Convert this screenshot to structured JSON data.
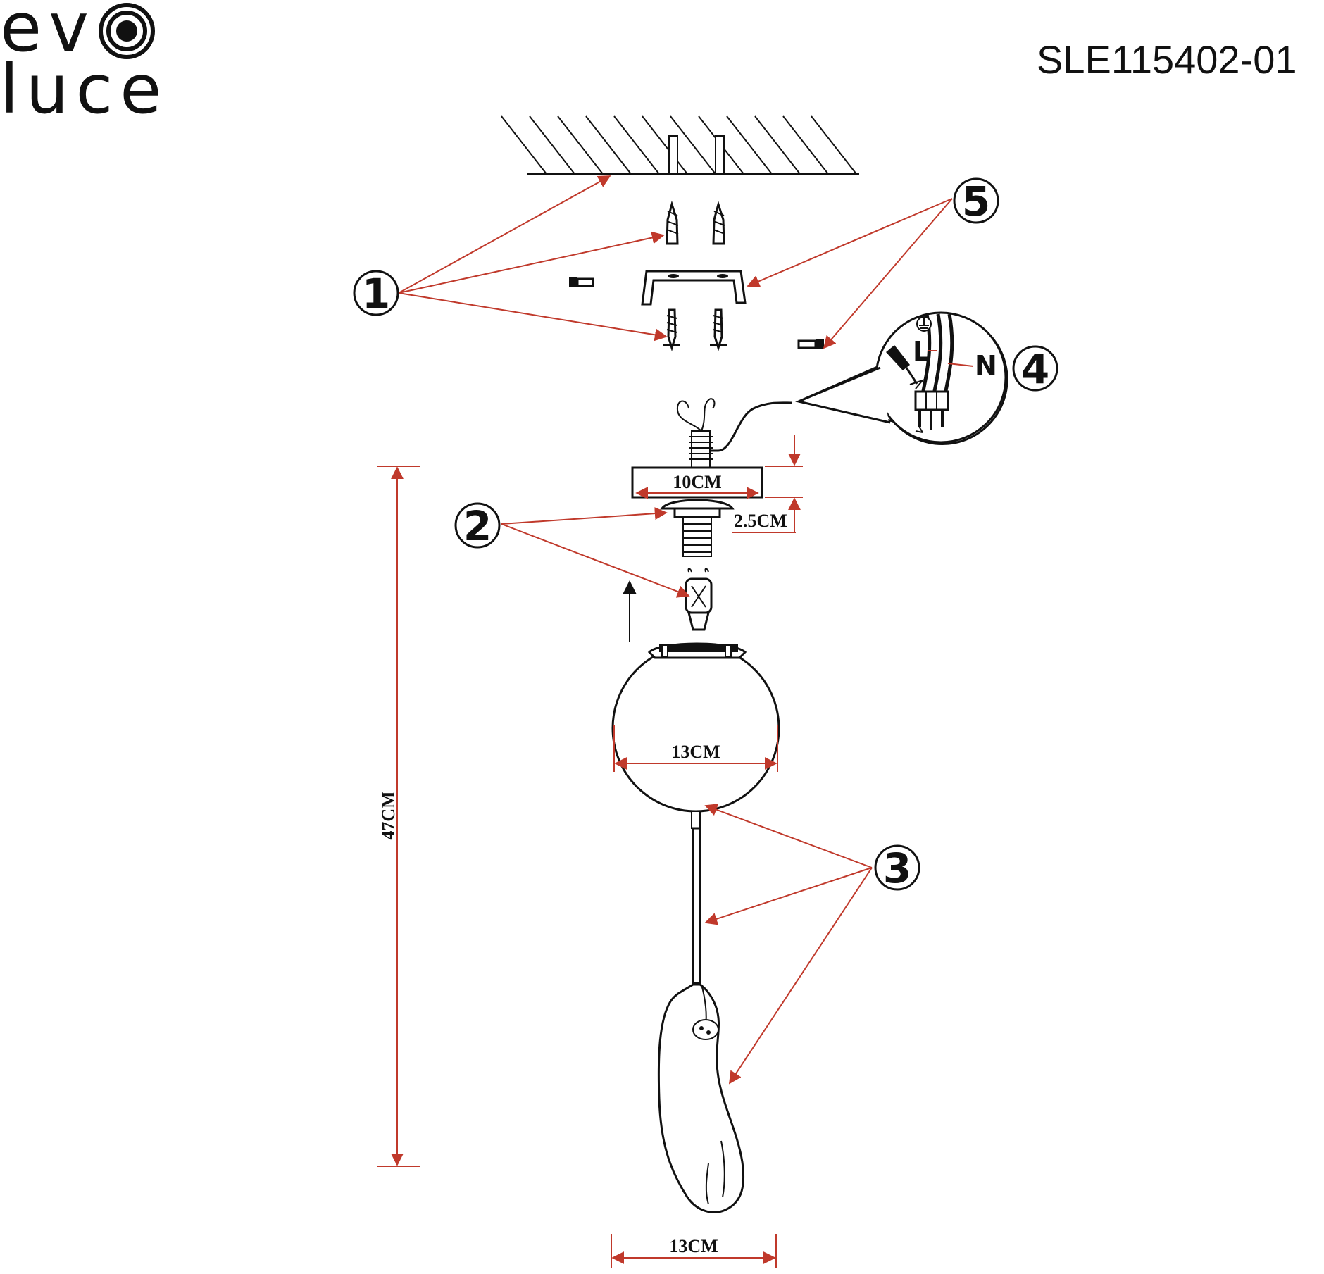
{
  "brand": {
    "logo_line1": "ev",
    "logo_line2": "luce"
  },
  "model_number": "SLE115402-01",
  "callouts": {
    "c1": "1",
    "c2": "2",
    "c3": "3",
    "c4": "4",
    "c5": "5"
  },
  "wiring": {
    "live": "L",
    "neutral": "N"
  },
  "dimensions": {
    "canopy_width": "10CM",
    "canopy_height": "2.5CM",
    "globe_diameter": "13CM",
    "total_height": "47CM",
    "figure_width": "13CM"
  },
  "colors": {
    "ink": "#111111",
    "leader": "#c0392b"
  }
}
